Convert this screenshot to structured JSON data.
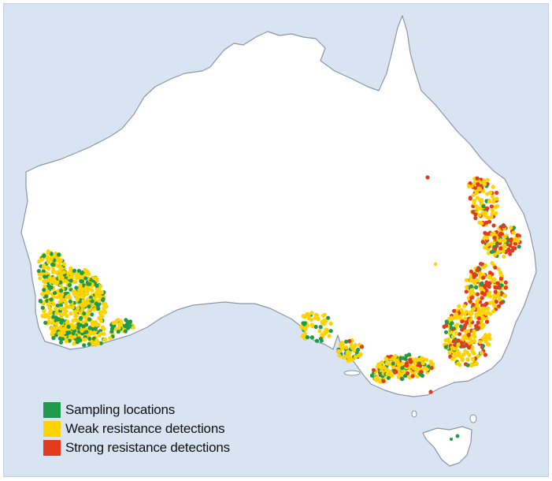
{
  "map": {
    "ocean_color": "#d8e4f2",
    "land_color": "#ffffff",
    "coast_color": "#8b96a8"
  },
  "legend": [
    {
      "label": "Sampling locations",
      "color": "#1f9a4b"
    },
    {
      "label": "Weak resistance detections",
      "color": "#ffd200"
    },
    {
      "label": "Strong resistance detections",
      "color": "#e23a1e"
    }
  ]
}
